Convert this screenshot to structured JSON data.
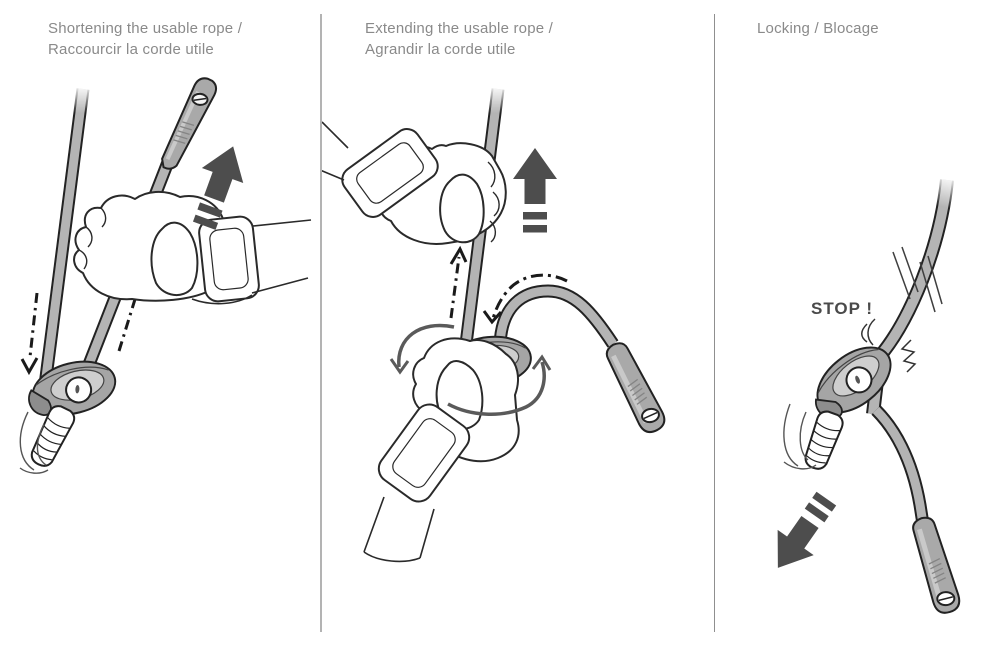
{
  "figure": {
    "panels": [
      {
        "id": "shortening",
        "title_line1": "Shortening the usable rope /",
        "title_line2": "Raccourcir la corde utile"
      },
      {
        "id": "extending",
        "title_line1": "Extending the usable rope /",
        "title_line2": "Agrandir la corde utile"
      },
      {
        "id": "locking",
        "title_line1": "Locking / Blocage",
        "title_line2": "",
        "stop_label": "STOP !"
      }
    ],
    "colors": {
      "background": "#ffffff",
      "title_text": "#8a8a8a",
      "stop_text": "#4a4a4a",
      "rope_fill": "#b4b4b4",
      "rope_outline": "#222222",
      "termination_fill": "#a9a9a9",
      "device_fill": "#a5a5a5",
      "glove_fill": "#ffffff",
      "bold_arrow": "#4d4d4d",
      "dashed_arrow": "#1a1a1a",
      "rotation_arrow": "#5a5a5a",
      "divider_left": "#b3b3b3",
      "divider_right": "#8f8f8f"
    },
    "icon_glyphs": {
      "bold-up-arrow-icon": "⬆",
      "bold-down-arrow-icon": "⬋",
      "dashed-arrow-icon": "⇡",
      "rotation-arrow-icon": "⟲",
      "impact-flash-icon": "✦"
    }
  }
}
